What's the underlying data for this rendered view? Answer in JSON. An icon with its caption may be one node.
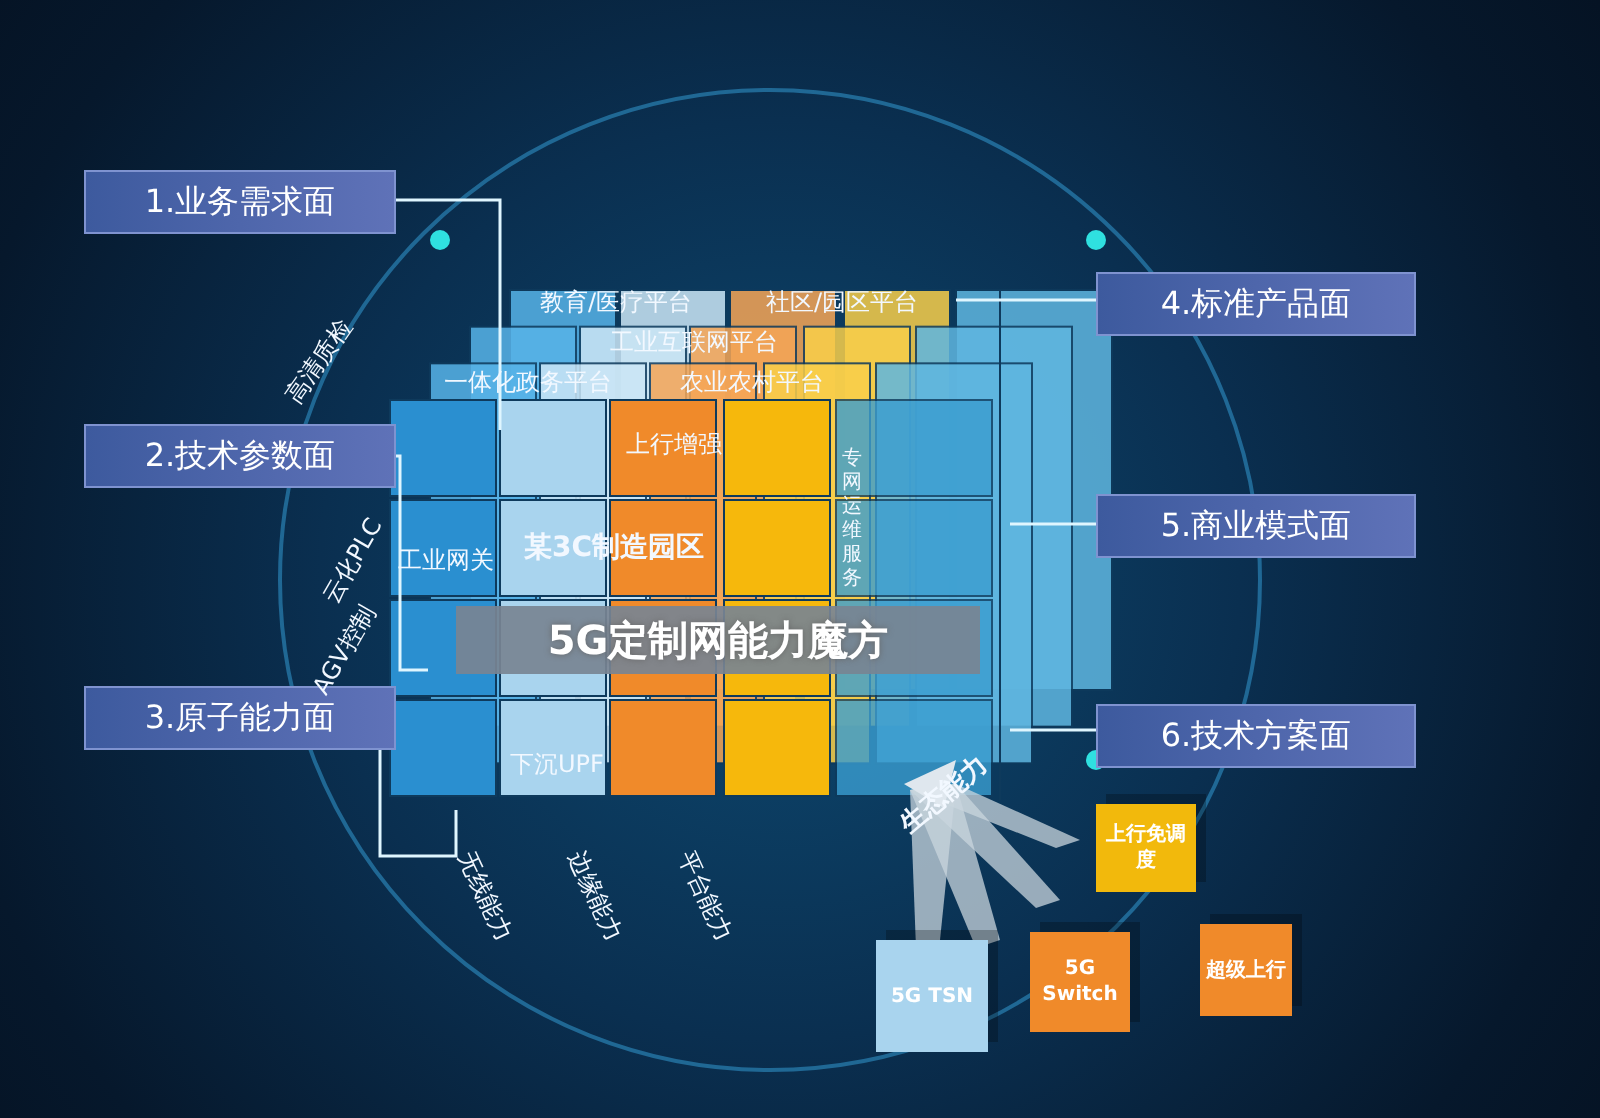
{
  "diagram": {
    "nodes": [
      {
        "text": [
          "1.业务需求面"
        ]
      },
      {
        "text": [
          "2.技术参数面"
        ]
      },
      {
        "text": [
          "3.原子能力面"
        ]
      },
      {
        "text": [
          "4.标准产品面"
        ]
      },
      {
        "text": [
          "5.商业模式面"
        ]
      },
      {
        "text": [
          "6.技术方案面"
        ]
      },
      {
        "text": [
          "5G定制网能力魔方"
        ]
      },
      {
        "text": [
          "上行免调度"
        ]
      },
      {
        "text": [
          "5G TSN"
        ]
      },
      {
        "text": [
          "5G Switch"
        ]
      },
      {
        "text": [
          "超级上行"
        ]
      }
    ],
    "edges": [
      {
        "from": 0,
        "to": null,
        "arrow": "none"
      },
      {
        "from": 1,
        "to": null,
        "arrow": "none"
      },
      {
        "from": 2,
        "to": null,
        "arrow": "none"
      },
      {
        "from": 3,
        "to": null,
        "arrow": "none"
      },
      {
        "from": 4,
        "to": null,
        "arrow": "none"
      },
      {
        "from": 5,
        "to": null,
        "arrow": "none"
      }
    ],
    "labels": [
      "教育/医疗平台",
      "社区/园区平台",
      "工业互联网平台",
      "一体化政务平台",
      "农业农村平台",
      "高清质检",
      "上行增强",
      "云化PLC",
      "工业网关",
      "某3C制造园区",
      "专网运维服务",
      "AGV控制",
      "下沉UPF",
      "无线能力",
      "边缘能力",
      "平台能力",
      "生态能力"
    ]
  }
}
